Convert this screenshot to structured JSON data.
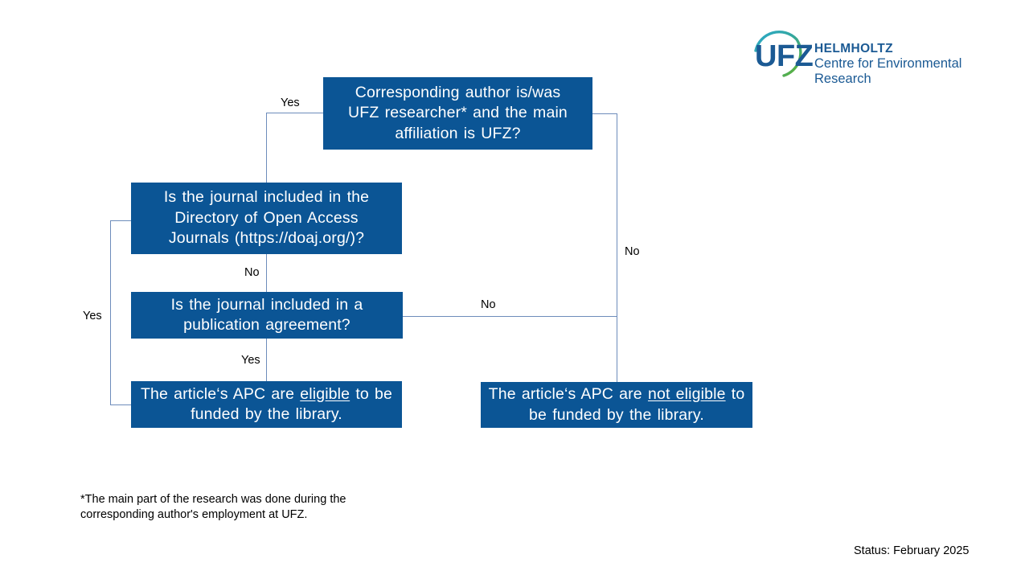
{
  "document": {
    "type": "decision-flowchart",
    "title_text": "APC funding eligibility decision flowchart"
  },
  "colors": {
    "node_fill": "#0b5595",
    "node_text": "#ffffff",
    "connector": "#6d8cbb",
    "logo_blue": "#1b5a94",
    "logo_teal": "#29a8c8",
    "logo_green": "#5eb130",
    "background": "#ffffff"
  },
  "nodes": [
    {
      "id": "q-corresponding-author",
      "kind": "decision",
      "lines": [
        "Corresponding author is/was",
        "UFZ researcher* and the main",
        "affiliation is UFZ?"
      ]
    },
    {
      "id": "q-doaj",
      "kind": "decision",
      "lines": [
        "Is the journal included in the",
        "Directory of Open Access",
        "Journals (https://doaj.org/)?"
      ]
    },
    {
      "id": "q-publication-agreement",
      "kind": "decision",
      "lines": [
        "Is the journal included in a",
        "publication agreement?"
      ]
    },
    {
      "id": "result-eligible",
      "kind": "terminal",
      "text_before": "The article‘s APC are ",
      "emphasis": "eligible",
      "text_after": " to be funded by the library."
    },
    {
      "id": "result-not-eligible",
      "kind": "terminal",
      "text_before": "The article‘s APC are ",
      "emphasis": "not eligible",
      "text_after": " to be funded by the library."
    }
  ],
  "edges": [
    {
      "id": "edge-author-yes",
      "label": "Yes",
      "from": "q-corresponding-author",
      "to": "q-doaj"
    },
    {
      "id": "edge-author-no",
      "label": "No",
      "from": "q-corresponding-author",
      "to": "result-not-eligible"
    },
    {
      "id": "edge-doaj-yes",
      "label": "Yes",
      "from": "q-doaj",
      "to": "result-eligible"
    },
    {
      "id": "edge-doaj-no",
      "label": "No",
      "from": "q-doaj",
      "to": "q-publication-agreement"
    },
    {
      "id": "edge-agreement-yes",
      "label": "Yes",
      "from": "q-publication-agreement",
      "to": "result-eligible"
    },
    {
      "id": "edge-agreement-no",
      "label": "No",
      "from": "q-publication-agreement",
      "to": "result-not-eligible"
    }
  ],
  "footnote": "*The main part of the research was done during the\ncorresponding author's employment at UFZ.",
  "status": "Status: February 2025",
  "logo": {
    "wordmark": "UFZ",
    "org_name": "HELMHOLTZ",
    "tagline": "Centre for Environmental Research"
  }
}
